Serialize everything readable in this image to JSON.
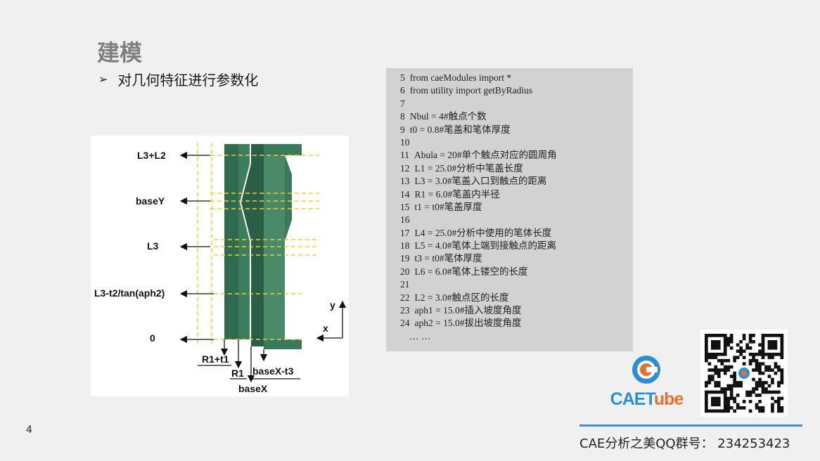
{
  "slide": {
    "title": "建模",
    "bullet": "对几何特征进行参数化",
    "page_number": "4"
  },
  "code": {
    "lines": [
      {
        "num": "5",
        "text": "from caeModules import *"
      },
      {
        "num": "6",
        "text": "from utility import getByRadius"
      },
      {
        "num": "7",
        "text": ""
      },
      {
        "num": "8",
        "text": "Nbul = 4#触点个数"
      },
      {
        "num": "9",
        "text": "t0 = 0.8#笔盖和笔体厚度"
      },
      {
        "num": "10",
        "text": ""
      },
      {
        "num": "11",
        "text": "Abula = 20#单个触点对应的圆周角"
      },
      {
        "num": "12",
        "text": "L1 = 25.0#分析中笔盖长度"
      },
      {
        "num": "13",
        "text": "L3 = 3.0#笔盖入口到触点的距离"
      },
      {
        "num": "14",
        "text": "R1 = 6.0#笔盖内半径"
      },
      {
        "num": "15",
        "text": "t1 = t0#笔盖厚度"
      },
      {
        "num": "16",
        "text": ""
      },
      {
        "num": "17",
        "text": "L4 = 25.0#分析中使用的笔体长度"
      },
      {
        "num": "18",
        "text": "L5 = 4.0#笔体上端到接触点的距离"
      },
      {
        "num": "19",
        "text": "t3 = t0#笔体厚度"
      },
      {
        "num": "20",
        "text": "L6 = 6.0#笔体上镂空的长度"
      },
      {
        "num": "21",
        "text": ""
      },
      {
        "num": "22",
        "text": "L2 = 3.0#触点区的长度"
      },
      {
        "num": "23",
        "text": "aph1 = 15.0#插入坡度角度"
      },
      {
        "num": "24",
        "text": "aph2 = 15.0#拔出坡度角度"
      },
      {
        "num": "",
        "text": "… …"
      }
    ]
  },
  "diagram": {
    "labels": {
      "l3_l2": "L3+L2",
      "basey": "baseY",
      "l3": "L3",
      "l3_t2": "L3-t2/tan(aph2)",
      "zero": "0",
      "r1_t1": "R1+t1",
      "r1": "R1",
      "basex_t3": "baseX-t3",
      "basex": "baseX",
      "axis_y": "y",
      "axis_x": "x"
    }
  },
  "logo": {
    "part1": "CAET",
    "part2": "ube"
  },
  "footer": {
    "group_text": "CAE分析之美QQ群号： 234253423"
  },
  "colors": {
    "title": "#7f7f7f",
    "code_bg": "#d2d2d2",
    "part_green": "#2f6b4e",
    "accent_blue": "#3a8fe0",
    "logo_orange": "#e96f2a"
  }
}
